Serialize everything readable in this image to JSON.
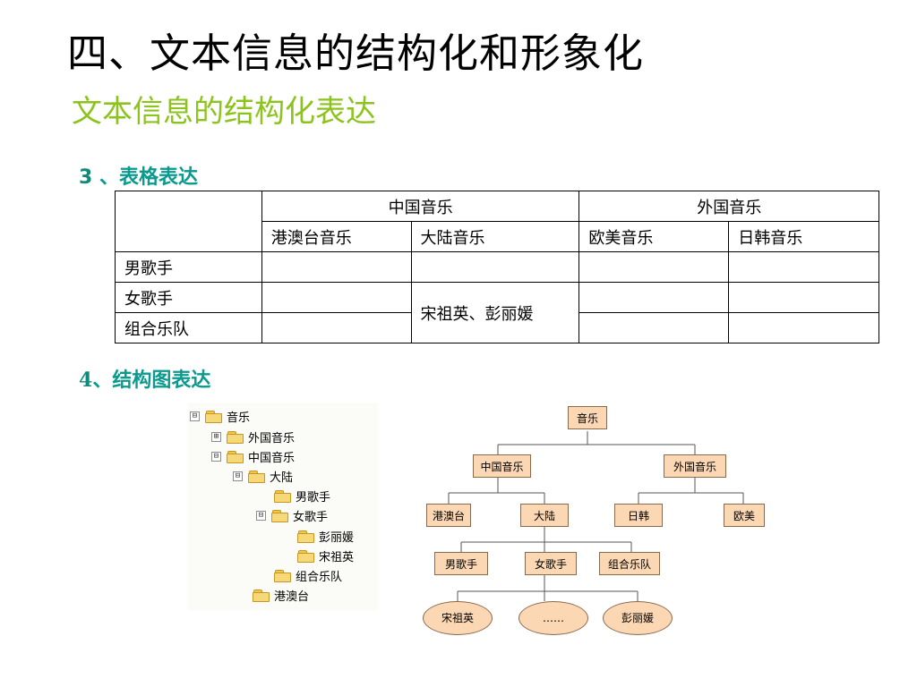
{
  "title": "四、文本信息的结构化和形象化",
  "subtitle": "文本信息的结构化表达",
  "section3": {
    "num": "3",
    "sep": " 、",
    "label": "表格表达"
  },
  "section4": {
    "num": "4",
    "sep": "、",
    "label": "结构图表达"
  },
  "table": {
    "group_headers": [
      "中国音乐",
      "外国音乐"
    ],
    "sub_headers": [
      "港澳台音乐",
      "大陆音乐",
      "欧美音乐",
      "日韩音乐"
    ],
    "rows": [
      "男歌手",
      "女歌手",
      "组合乐队"
    ],
    "merged_cell": "宋祖英、彭丽媛"
  },
  "tree": {
    "toggles": {
      "expanded": "⊟",
      "collapsed": "⊞"
    },
    "items": [
      {
        "label": "音乐",
        "state": "expanded"
      },
      {
        "label": "外国音乐",
        "state": "collapsed"
      },
      {
        "label": "中国音乐",
        "state": "expanded"
      },
      {
        "label": "大陆",
        "state": "expanded"
      },
      {
        "label": "男歌手",
        "state": "leaf"
      },
      {
        "label": "女歌手",
        "state": "expanded"
      },
      {
        "label": "彭丽媛",
        "state": "leaf"
      },
      {
        "label": "宋祖英",
        "state": "leaf"
      },
      {
        "label": "组合乐队",
        "state": "leaf"
      },
      {
        "label": "港澳台",
        "state": "leaf"
      }
    ]
  },
  "org_chart": {
    "root": "音乐",
    "level1": [
      "中国音乐",
      "外国音乐"
    ],
    "level2": [
      "港澳台",
      "大陆",
      "日韩",
      "欧美"
    ],
    "level3": [
      "男歌手",
      "女歌手",
      "组合乐队"
    ],
    "level4": [
      "宋祖英",
      "……",
      "彭丽媛"
    ]
  },
  "colors": {
    "subtitle": "#8dc31d",
    "section_heading": "#0a9a8e",
    "org_box_fill": "#fbd7b3",
    "folder": "#f7d878"
  }
}
